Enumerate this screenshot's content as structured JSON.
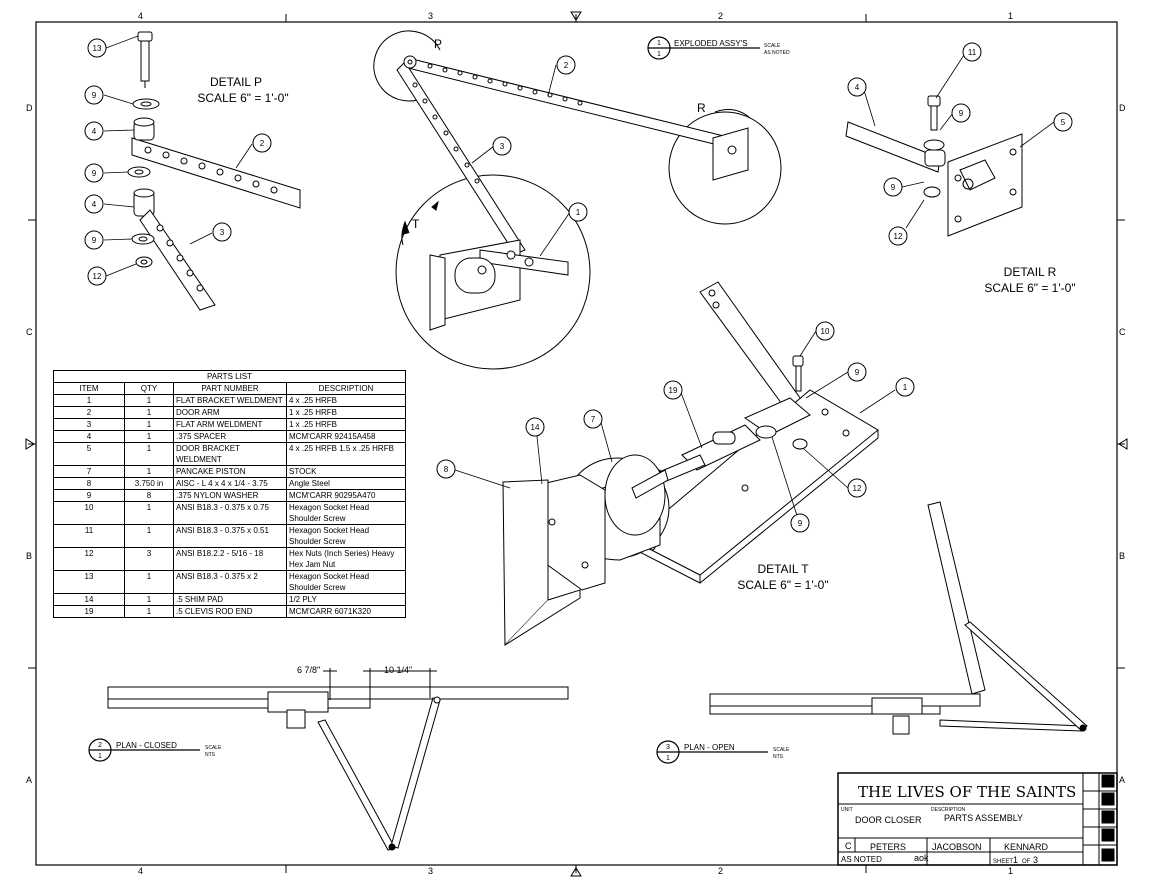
{
  "border": {
    "top_zones": [
      "4",
      "3",
      "2",
      "1"
    ],
    "bottom_zones": [
      "4",
      "3",
      "2",
      "1"
    ],
    "left_zones": [
      "D",
      "C",
      "B",
      "A"
    ],
    "right_zones": [
      "D",
      "C",
      "B",
      "A"
    ]
  },
  "details": {
    "p": {
      "title": "DETAIL  P",
      "scale": "SCALE 6\" = 1'-0\""
    },
    "r": {
      "title": "DETAIL  R",
      "scale": "SCALE 6\" = 1'-0\""
    },
    "t": {
      "title": "DETAIL  T",
      "scale": "SCALE 6\" = 1'-0\""
    }
  },
  "callout_letters": {
    "p": "P",
    "r": "R",
    "t": "T"
  },
  "views": {
    "exploded": {
      "num": "1",
      "sheet": "1",
      "label": "EXPLODED ASSY'S",
      "scale_word": "SCALE",
      "scale_val": "AS NOTED"
    },
    "plan_closed": {
      "num": "2",
      "sheet": "1",
      "label": "PLAN - CLOSED",
      "scale_word": "SCALE",
      "scale_val": "NTS"
    },
    "plan_open": {
      "num": "3",
      "sheet": "1",
      "label": "PLAN - OPEN",
      "scale_word": "SCALE",
      "scale_val": "NTS"
    }
  },
  "dimensions": {
    "d1": "6 7/8\"",
    "d2": "10 1/4\""
  },
  "balloons": {
    "p13": "13",
    "p9a": "9",
    "p4a": "4",
    "p2": "2",
    "p9b": "9",
    "p4b": "4",
    "p9c": "9",
    "p3": "3",
    "p12": "12",
    "e2": "2",
    "e3": "3",
    "e1": "1",
    "r11": "11",
    "r4": "4",
    "r9a": "9",
    "r5": "5",
    "r9b": "9",
    "r12": "12",
    "t10": "10",
    "t9a": "9",
    "t1": "1",
    "t19": "19",
    "t14": "14",
    "t7": "7",
    "t8": "8",
    "t12": "12",
    "t9b": "9"
  },
  "parts_list": {
    "caption": "PARTS LIST",
    "headers": [
      "ITEM",
      "QTY",
      "PART NUMBER",
      "DESCRIPTION"
    ],
    "rows": [
      [
        "1",
        "1",
        "FLAT BRACKET WELDMENT",
        "4 x .25 HRFB"
      ],
      [
        "2",
        "1",
        "DOOR ARM",
        "1 x .25 HRFB"
      ],
      [
        "3",
        "1",
        "FLAT ARM WELDMENT",
        "1 x .25 HRFB"
      ],
      [
        "4",
        "1",
        ".375 SPACER",
        "MCM'CARR 92415A458"
      ],
      [
        "5",
        "1",
        "DOOR BRACKET WELDMENT",
        "4 x .25 HRFB 1.5 x .25 HRFB"
      ],
      [
        "7",
        "1",
        "PANCAKE PISTON",
        "STOCK"
      ],
      [
        "8",
        "3.750 in",
        "AISC - L 4 x 4 x 1/4 - 3.75",
        "Angle Steel"
      ],
      [
        "9",
        "8",
        ".375 NYLON WASHER",
        "MCM'CARR 90295A470"
      ],
      [
        "10",
        "1",
        "ANSI B18.3 - 0.375 x 0.75",
        "Hexagon Socket Head Shoulder Screw"
      ],
      [
        "11",
        "1",
        "ANSI B18.3 - 0.375 x 0.51",
        "Hexagon Socket Head Shoulder Screw"
      ],
      [
        "12",
        "3",
        "ANSI B18.2.2 - 5/16 - 18",
        "Hex Nuts (Inch Series) Heavy Hex Jam Nut"
      ],
      [
        "13",
        "1",
        "ANSI B18.3 - 0.375 x 2",
        "Hexagon Socket Head Shoulder Screw"
      ],
      [
        "14",
        "1",
        ".5 SHIM PAD",
        "1/2 PLY"
      ],
      [
        "19",
        "1",
        ".5 CLEVIS ROD END",
        "MCM'CARR 6071K320"
      ]
    ]
  },
  "title_block": {
    "project": "THE LIVES OF THE SAINTS",
    "unit_label": "UNIT",
    "unit": "DOOR CLOSER",
    "desc_label": "DESCRIPTION",
    "description": "PARTS ASSEMBLY",
    "rev": "C",
    "drawn1": "PETERS",
    "drawn2": "JACOBSON",
    "drawn3": "KENNARD",
    "scale": "AS NOTED",
    "checked": "aok",
    "sheet_label": "SHEET",
    "sheet_num": "1",
    "of_label": "OF",
    "sheet_total": "3"
  }
}
